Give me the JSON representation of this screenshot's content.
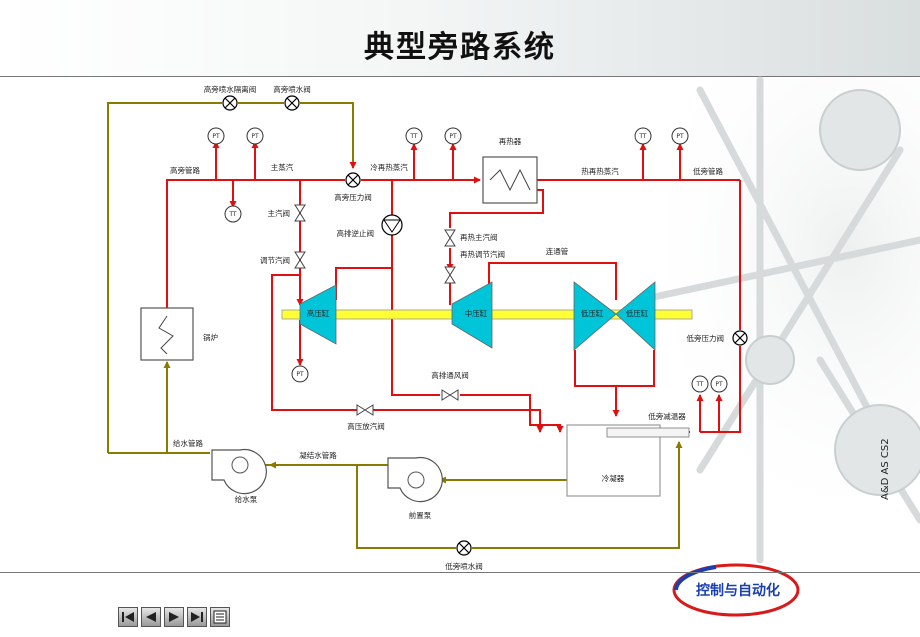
{
  "slide": {
    "title": "典型旁路系统",
    "side_label": "A&D AS CS2"
  },
  "diagram": {
    "labels": {
      "hp_spray_isolation_valve": "高旁喷水隔离阀",
      "hp_spray_valve": "高旁喷水阀",
      "hp_bypass_pipe": "高旁管路",
      "main_steam": "主蒸汽",
      "hp_bypass_pressure_valve": "高旁压力阀",
      "cold_reheat_steam": "冷再热蒸汽",
      "reheater": "再热器",
      "hot_reheat_steam": "热再热蒸汽",
      "lp_bypass_pipe": "低旁管路",
      "main_stop_valve": "主汽阀",
      "hp_exhaust_check_valve": "高排逆止阀",
      "reheat_stop_valve": "再热主汽阀",
      "reheat_control_valve": "再热调节汽阀",
      "crossover_pipe": "连通管",
      "control_valve": "调节汽阀",
      "hp_cylinder": "高压缸",
      "ip_cylinder": "中压缸",
      "lp_cylinder_1": "低压缸",
      "lp_cylinder_2": "低压缸",
      "boiler": "锅炉",
      "lp_bypass_pressure_valve": "低旁压力阀",
      "hp_exhaust_vent_valve": "高排通风阀",
      "hp_drain_valve": "高压放汽阀",
      "lp_desuperheater": "低旁减温器",
      "feedwater_pipe": "给水管路",
      "condensate_pipe": "凝结水管路",
      "condenser": "冷凝器",
      "feed_pump": "给水泵",
      "booster_pump": "前置泵",
      "lp_spray_valve": "低旁喷水阀",
      "pt": "PT",
      "tt": "TT"
    },
    "colors": {
      "steam": "#e01010",
      "water": "#8a7a00",
      "turbine": "#00c4d8",
      "shaft": "#ffff33"
    }
  },
  "logo": {
    "text": "控制与自动化"
  },
  "nav": {
    "buttons": [
      "first-icon",
      "previous-icon",
      "next-icon",
      "last-icon",
      "outline-icon"
    ]
  }
}
